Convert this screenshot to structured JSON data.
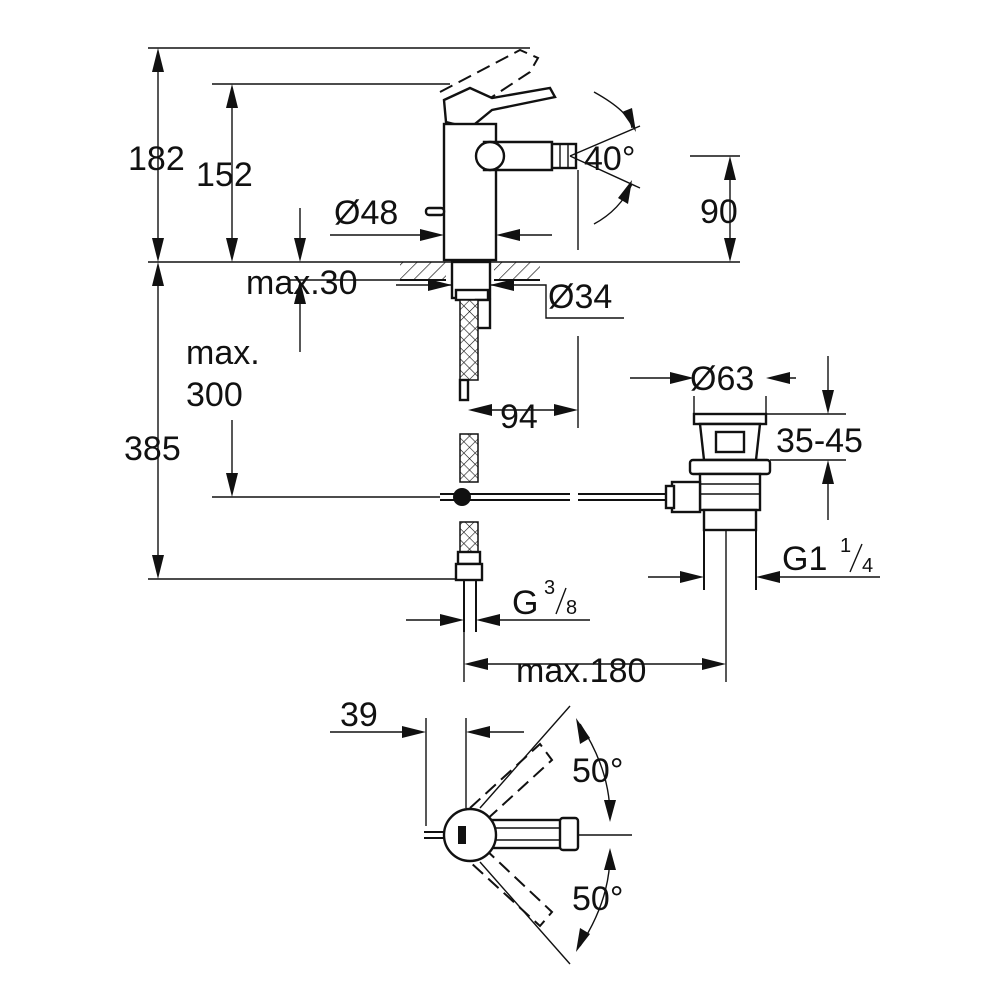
{
  "dimensions": {
    "height_total": "182",
    "height_spout": "152",
    "spout_axis_height": "90",
    "body_diameter": "Ø48",
    "max_deck_thickness": "max.30",
    "hole_diameter": "Ø34",
    "max_hose_length": "max.",
    "max_hose_length_value": "300",
    "depth_total": "385",
    "spout_reach": "94",
    "waste_diameter": "Ø63",
    "waste_adjust": "35-45",
    "waste_thread": "G1",
    "waste_thread_fraction_num": "1",
    "waste_thread_fraction_den": "4",
    "supply_thread": "G",
    "supply_thread_fraction_num": "3",
    "supply_thread_fraction_den": "8",
    "waste_distance": "max.180",
    "lever_offset": "39",
    "lever_rotation": "40°",
    "spout_swivel_top": "50°",
    "spout_swivel_bottom": "50°"
  }
}
